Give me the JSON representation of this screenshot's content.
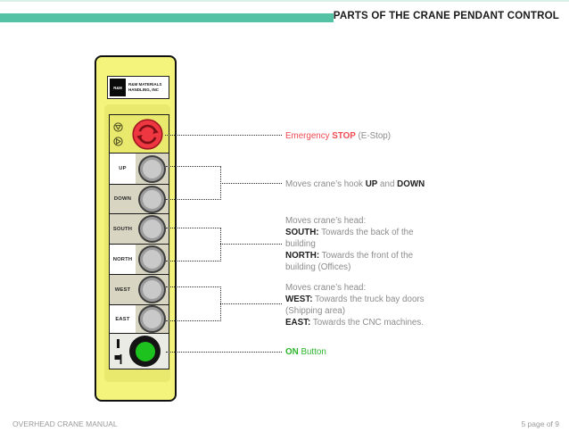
{
  "header": {
    "title": "PARTS OF THE CRANE PENDANT CONTROL",
    "accent_color": "#54c2a4"
  },
  "pendant": {
    "brand": {
      "logo": "R&M",
      "company": "R&M MATERIALS HANDLING, INC"
    },
    "labels": {
      "up": "UP",
      "down": "DOWN",
      "south": "SOUTH",
      "north": "NORTH",
      "west": "WEST",
      "east": "EAST"
    },
    "colors": {
      "body_yellow": "#f4f47c",
      "estop_red": "#ee3740",
      "on_green": "#1ec21e"
    }
  },
  "annotations": {
    "estop": {
      "word1": "Emergency",
      "word2": "STOP",
      "word3": "(E-Stop)"
    },
    "hook": {
      "pre": "Moves crane’s hook",
      "up": "UP",
      "and": "and",
      "down": "DOWN"
    },
    "head_ns": {
      "intro": "Moves crane’s head:",
      "south_label": "SOUTH:",
      "south_text": "Towards the back of the building",
      "north_label": "NORTH:",
      "north_text": "Towards the front of the building (Offices)"
    },
    "head_we": {
      "intro": "Moves crane’s head:",
      "west_label": "WEST:",
      "west_text": "Towards the truck bay doors (Shipping area)",
      "east_label": "EAST:",
      "east_text": "Towards the CNC machines."
    },
    "on": {
      "label": "ON",
      "text": "Button"
    }
  },
  "footer": {
    "left": "OVERHEAD CRANE MANUAL",
    "right": "5 page of 9"
  }
}
